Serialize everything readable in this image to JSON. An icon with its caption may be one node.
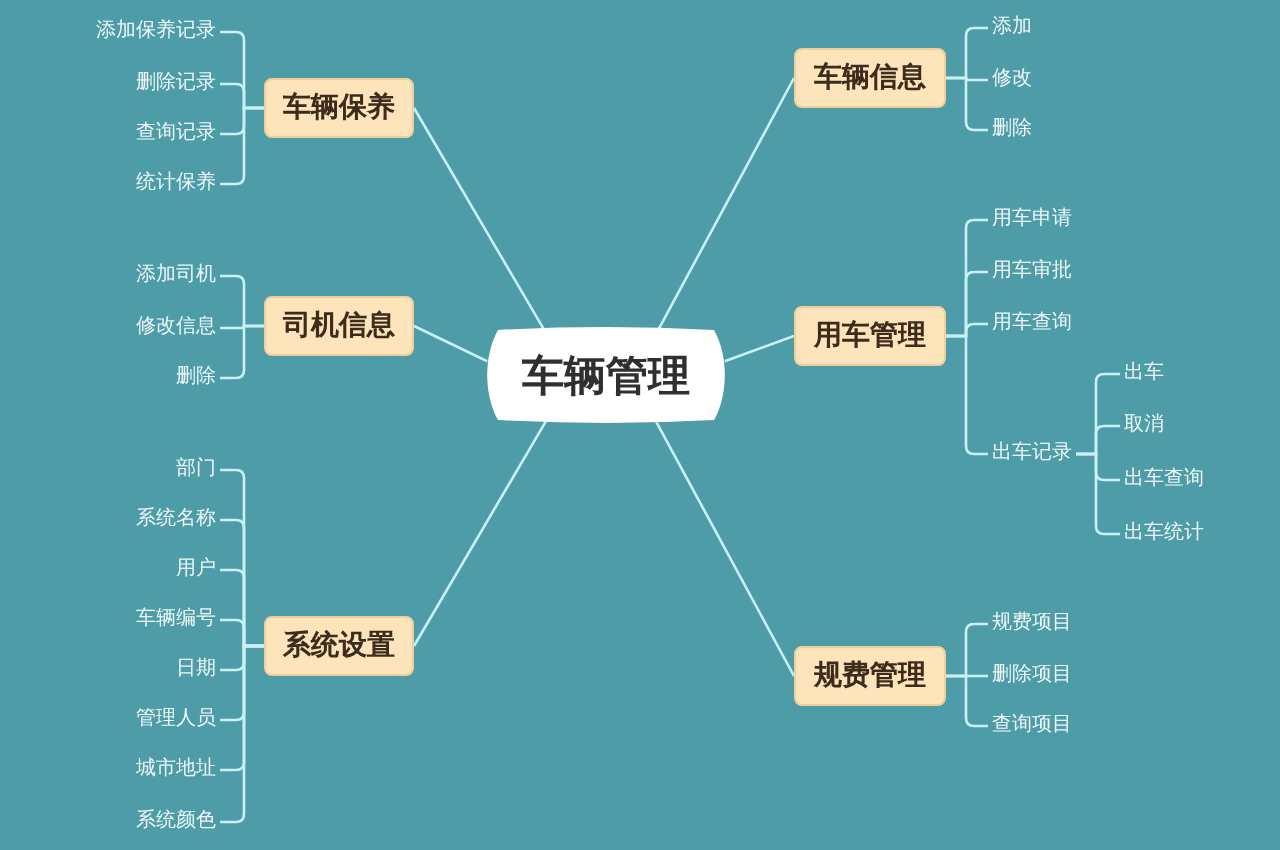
{
  "diagram": {
    "nodes": [
      {
        "text": [
          "车辆管理"
        ]
      },
      {
        "text": [
          "车辆保养"
        ]
      },
      {
        "text": [
          "添加保养记录"
        ]
      },
      {
        "text": [
          "删除记录"
        ]
      },
      {
        "text": [
          "查询记录"
        ]
      },
      {
        "text": [
          "统计保养"
        ]
      },
      {
        "text": [
          "司机信息"
        ]
      },
      {
        "text": [
          "添加司机"
        ]
      },
      {
        "text": [
          "修改信息"
        ]
      },
      {
        "text": [
          "删除"
        ]
      },
      {
        "text": [
          "系统设置"
        ]
      },
      {
        "text": [
          "部门"
        ]
      },
      {
        "text": [
          "系统名称"
        ]
      },
      {
        "text": [
          "用户"
        ]
      },
      {
        "text": [
          "车辆编号"
        ]
      },
      {
        "text": [
          "日期"
        ]
      },
      {
        "text": [
          "管理人员"
        ]
      },
      {
        "text": [
          "城市地址"
        ]
      },
      {
        "text": [
          "系统颜色"
        ]
      },
      {
        "text": [
          "车辆信息"
        ]
      },
      {
        "text": [
          "添加"
        ]
      },
      {
        "text": [
          "修改"
        ]
      },
      {
        "text": [
          "删除"
        ]
      },
      {
        "text": [
          "用车管理"
        ]
      },
      {
        "text": [
          "用车申请"
        ]
      },
      {
        "text": [
          "用车审批"
        ]
      },
      {
        "text": [
          "用车查询"
        ]
      },
      {
        "text": [
          "出车记录"
        ]
      },
      {
        "text": [
          "出车"
        ]
      },
      {
        "text": [
          "取消"
        ]
      },
      {
        "text": [
          "出车查询"
        ]
      },
      {
        "text": [
          "出车统计"
        ]
      },
      {
        "text": [
          "规费管理"
        ]
      },
      {
        "text": [
          "规费项目"
        ]
      },
      {
        "text": [
          "删除项目"
        ]
      },
      {
        "text": [
          "查询项目"
        ]
      }
    ],
    "edges": [
      {
        "from": 0,
        "to": 1,
        "arrow": "none"
      },
      {
        "from": 1,
        "to": 2,
        "arrow": "none"
      },
      {
        "from": 1,
        "to": 3,
        "arrow": "none"
      },
      {
        "from": 1,
        "to": 4,
        "arrow": "none"
      },
      {
        "from": 1,
        "to": 5,
        "arrow": "none"
      },
      {
        "from": 0,
        "to": 6,
        "arrow": "none"
      },
      {
        "from": 6,
        "to": 7,
        "arrow": "none"
      },
      {
        "from": 6,
        "to": 8,
        "arrow": "none"
      },
      {
        "from": 6,
        "to": 9,
        "arrow": "none"
      },
      {
        "from": 0,
        "to": 10,
        "arrow": "none"
      },
      {
        "from": 10,
        "to": 11,
        "arrow": "none"
      },
      {
        "from": 10,
        "to": 12,
        "arrow": "none"
      },
      {
        "from": 10,
        "to": 13,
        "arrow": "none"
      },
      {
        "from": 10,
        "to": 14,
        "arrow": "none"
      },
      {
        "from": 10,
        "to": 15,
        "arrow": "none"
      },
      {
        "from": 10,
        "to": 16,
        "arrow": "none"
      },
      {
        "from": 10,
        "to": 17,
        "arrow": "none"
      },
      {
        "from": 10,
        "to": 18,
        "arrow": "none"
      },
      {
        "from": 0,
        "to": 19,
        "arrow": "none"
      },
      {
        "from": 19,
        "to": 20,
        "arrow": "none"
      },
      {
        "from": 19,
        "to": 21,
        "arrow": "none"
      },
      {
        "from": 19,
        "to": 22,
        "arrow": "none"
      },
      {
        "from": 0,
        "to": 23,
        "arrow": "none"
      },
      {
        "from": 23,
        "to": 24,
        "arrow": "none"
      },
      {
        "from": 23,
        "to": 25,
        "arrow": "none"
      },
      {
        "from": 23,
        "to": 26,
        "arrow": "none"
      },
      {
        "from": 23,
        "to": 27,
        "arrow": "none"
      },
      {
        "from": 27,
        "to": 28,
        "arrow": "none"
      },
      {
        "from": 27,
        "to": 29,
        "arrow": "none"
      },
      {
        "from": 27,
        "to": 30,
        "arrow": "none"
      },
      {
        "from": 27,
        "to": 31,
        "arrow": "none"
      },
      {
        "from": 0,
        "to": 32,
        "arrow": "none"
      },
      {
        "from": 32,
        "to": 33,
        "arrow": "none"
      },
      {
        "from": 32,
        "to": 34,
        "arrow": "none"
      },
      {
        "from": 32,
        "to": 35,
        "arrow": "none"
      }
    ]
  }
}
